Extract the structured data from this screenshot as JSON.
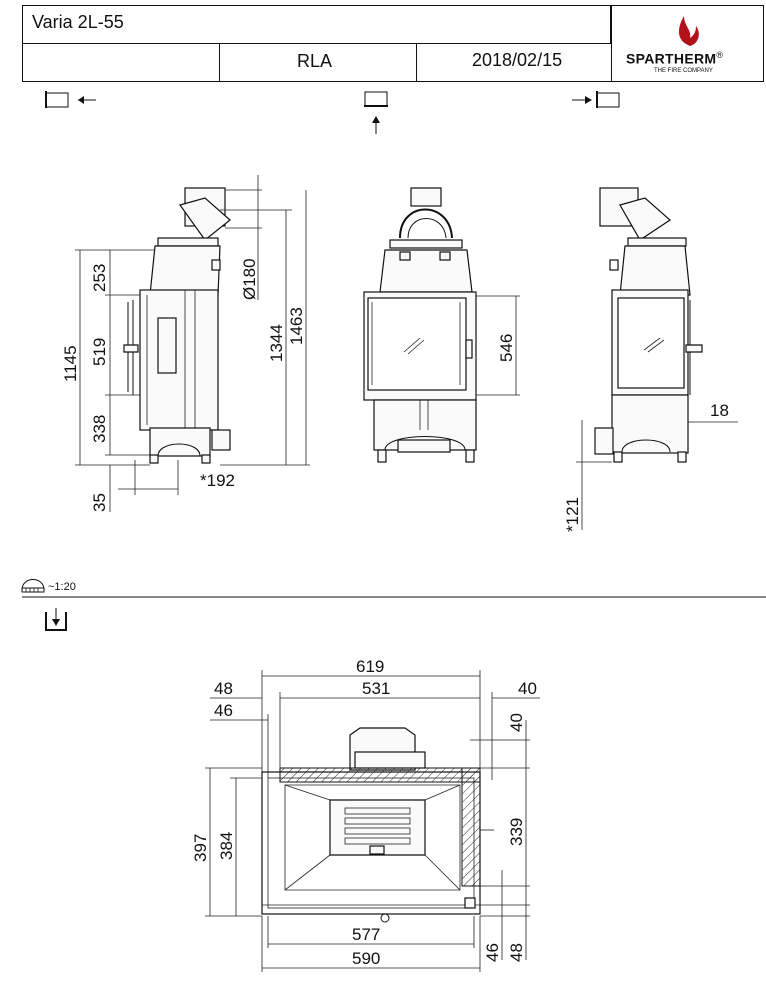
{
  "title_block": {
    "model": "Varia 2L-55",
    "variant": "RLA",
    "date": "2018/02/15",
    "brand": "SPARTHERM",
    "brand_reg": "®",
    "brand_tagline": "THE FIRE COMPANY"
  },
  "scale_label": "~1:20",
  "icons": {
    "view_left": "left-view-icon",
    "view_front": "front-view-icon",
    "view_right": "right-view-icon",
    "view_top": "top-view-icon",
    "scale": "scale-ruler-icon"
  },
  "side_view_left": {
    "dims": [
      "253",
      "519",
      "1145",
      "338",
      "35",
      "*192",
      "Ø180",
      "1344",
      "1463"
    ]
  },
  "front_view": {
    "dims": [
      "546"
    ]
  },
  "side_view_right": {
    "dims": [
      "18",
      "*121"
    ]
  },
  "top_view": {
    "dims": [
      "619",
      "531",
      "48",
      "46",
      "40",
      "40",
      "397",
      "384",
      "339",
      "577",
      "590",
      "46",
      "48"
    ]
  }
}
